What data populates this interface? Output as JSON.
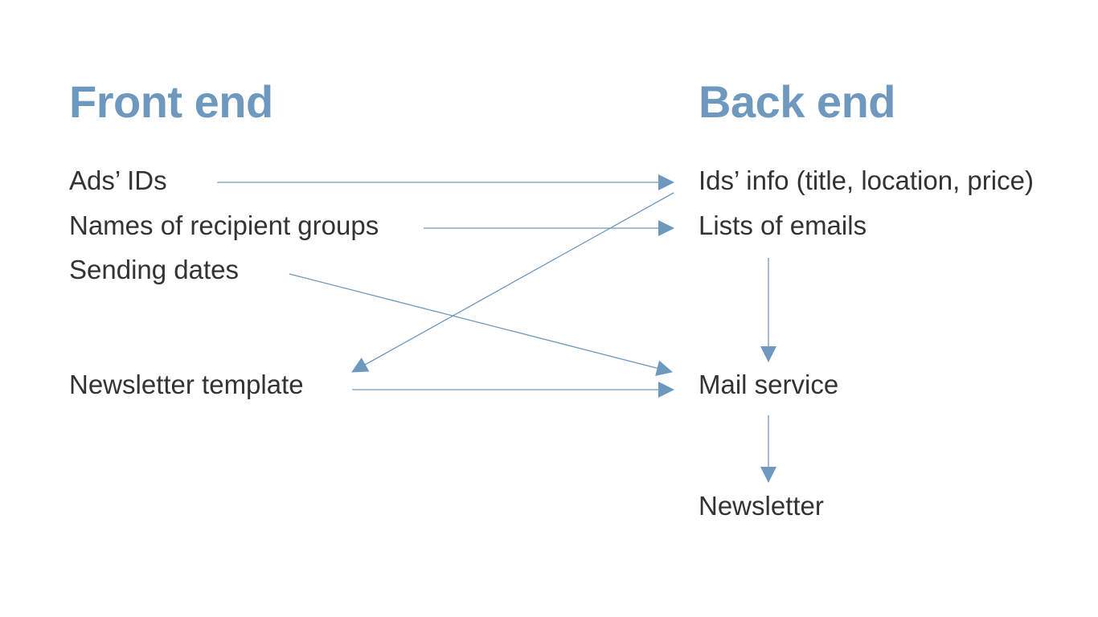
{
  "colors": {
    "heading": "#6e98be",
    "arrow": "#6e98be",
    "text": "#333333"
  },
  "front_end": {
    "title": "Front end",
    "items": [
      "Ads’ IDs",
      "Names of recipient groups",
      "Sending dates",
      "Newsletter template"
    ]
  },
  "back_end": {
    "title": "Back end",
    "items": [
      "Ids’ info (title, location, price)",
      "Lists of emails",
      "Mail service",
      "Newsletter"
    ]
  }
}
